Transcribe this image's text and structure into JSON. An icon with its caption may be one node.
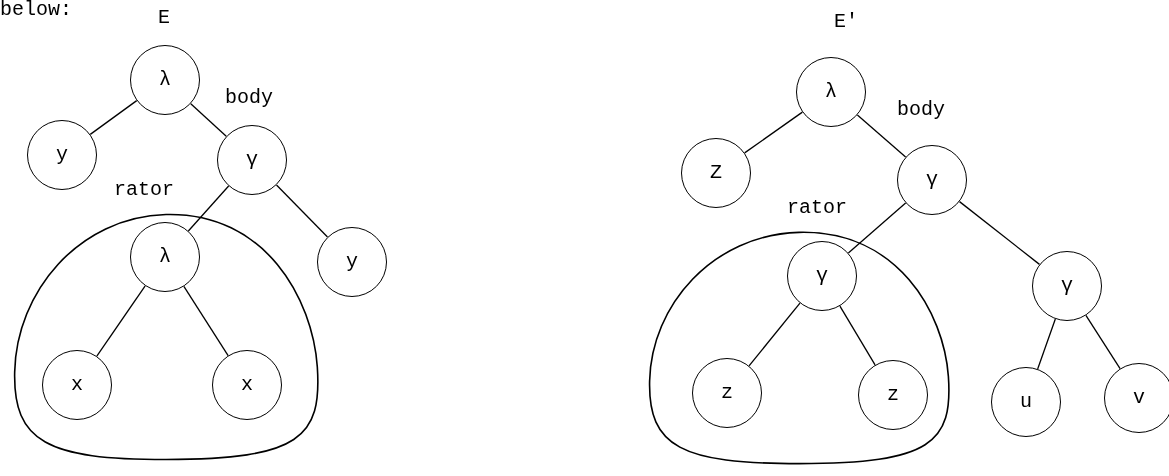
{
  "diagram": {
    "nodes": [
      {
        "text": [
          "λ"
        ]
      },
      {
        "text": [
          "y"
        ]
      },
      {
        "text": [
          "γ"
        ]
      },
      {
        "text": [],
        "shape": "cloud"
      },
      {
        "text": [
          "λ"
        ],
        "in": 3
      },
      {
        "text": [
          "y"
        ]
      },
      {
        "text": [
          "x"
        ],
        "in": 3
      },
      {
        "text": [
          "x"
        ],
        "in": 3
      },
      {
        "text": [
          "λ"
        ]
      },
      {
        "text": [
          "Z"
        ]
      },
      {
        "text": [
          "γ"
        ]
      },
      {
        "text": [],
        "shape": "cloud"
      },
      {
        "text": [
          "γ"
        ],
        "in": 11
      },
      {
        "text": [
          "γ"
        ]
      },
      {
        "text": [
          "z"
        ],
        "in": 11
      },
      {
        "text": [
          "z"
        ],
        "in": 11
      },
      {
        "text": [
          "u"
        ]
      },
      {
        "text": [
          "v"
        ]
      }
    ],
    "edges": [
      {
        "from": 0,
        "to": 1,
        "arrow": "none"
      },
      {
        "from": 0,
        "to": 2,
        "arrow": "none",
        "label": "body"
      },
      {
        "from": 2,
        "to": 4,
        "arrow": "none",
        "label": "rator"
      },
      {
        "from": 2,
        "to": 5,
        "arrow": "none"
      },
      {
        "from": 4,
        "to": 6,
        "arrow": "none"
      },
      {
        "from": 4,
        "to": 7,
        "arrow": "none"
      },
      {
        "from": 8,
        "to": 9,
        "arrow": "none"
      },
      {
        "from": 8,
        "to": 10,
        "arrow": "none",
        "label": "body"
      },
      {
        "from": 10,
        "to": 12,
        "arrow": "none",
        "label": "rator"
      },
      {
        "from": 10,
        "to": 13,
        "arrow": "none"
      },
      {
        "from": 12,
        "to": 14,
        "arrow": "none"
      },
      {
        "from": 12,
        "to": 15,
        "arrow": "none"
      },
      {
        "from": 13,
        "to": 16,
        "arrow": "none"
      },
      {
        "from": 13,
        "to": 17,
        "arrow": "none"
      }
    ],
    "labels": [
      "below:",
      "E",
      "E'"
    ]
  }
}
